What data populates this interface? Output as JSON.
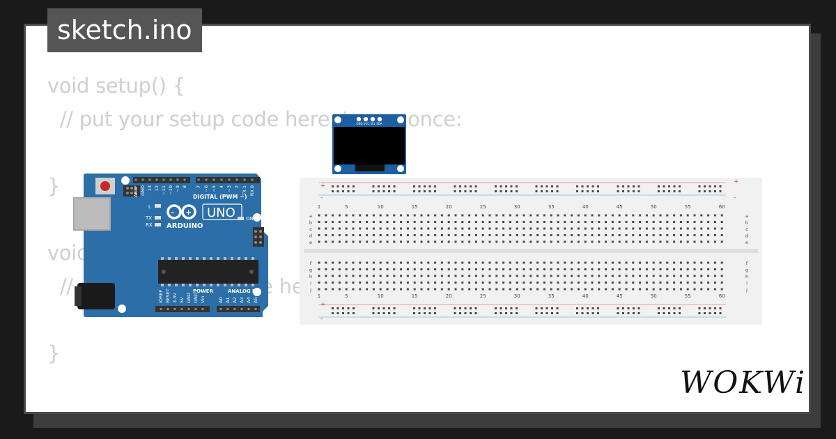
{
  "tab": {
    "filename": "sketch.ino"
  },
  "code": {
    "lines": [
      "void setup() {",
      "  // put your setup code here, to run once:",
      "",
      "}",
      "",
      "void loop() {",
      "  // put your main code here, to run repeatedly:",
      "",
      "}"
    ]
  },
  "arduino": {
    "brand": "ARDUINO",
    "model": "UNO",
    "digital_label": "DIGITAL (PWM ~)",
    "power_label": "POWER",
    "analog_label": "ANALOG IN",
    "on_label": "ON",
    "l_label": "L",
    "tx_label": "TX",
    "rx_label": "RX",
    "digital_pins": [
      "AREF",
      "GND",
      "13",
      "12",
      "~11",
      "~10",
      "~9",
      "8",
      "7",
      "~6",
      "~5",
      "4",
      "~3",
      "2",
      "TX 1",
      "RX 0"
    ],
    "power_pins": [
      "IOREF",
      "RESET",
      "3.3V",
      "5V",
      "GND",
      "GND",
      "Vin"
    ],
    "analog_pins": [
      "A0",
      "A1",
      "A2",
      "A3",
      "A4",
      "A5"
    ],
    "board_color": "#2b6ea8"
  },
  "oled": {
    "pin_labels": "GND VCC SCL SDA",
    "board_color": "#1d5fa0"
  },
  "breadboard": {
    "column_numbers": [
      "1",
      "5",
      "10",
      "15",
      "20",
      "25",
      "30",
      "35",
      "40",
      "45",
      "50",
      "55",
      "60"
    ],
    "top_rows": [
      "a",
      "b",
      "c",
      "d",
      "e"
    ],
    "bottom_rows": [
      "f",
      "g",
      "h",
      "i",
      "j"
    ],
    "plus": "+",
    "minus": "-"
  },
  "logo": {
    "text": "WOKWi"
  }
}
